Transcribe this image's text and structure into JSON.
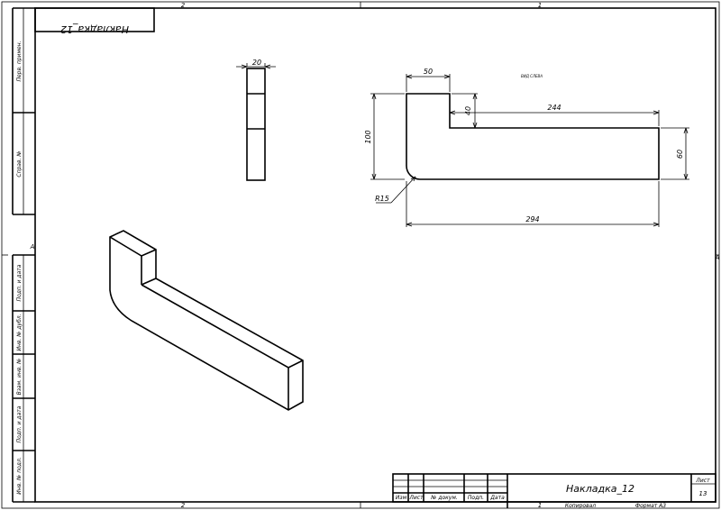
{
  "sheet": {
    "zone_top_left": "2",
    "zone_top_right": "1",
    "zone_bottom_left": "2",
    "zone_bottom_right": "1",
    "zone_side_left": "A",
    "zone_side_right": "A",
    "stamp_top": "Накладка_12"
  },
  "side_strip": {
    "labels": [
      "Перв. примен.",
      "Справ. №",
      "Подп. и дата",
      "Инв. № дубл.",
      "Взам. инв. №",
      "Подп. и дата",
      "Инв. № подл."
    ]
  },
  "front_view": {
    "dim_width": "20"
  },
  "side_view": {
    "note": "ВИД СЛЕВА",
    "dim_top_width": "50",
    "dim_step": "40",
    "dim_arm_length": "244",
    "dim_height": "100",
    "dim_arm_height": "60",
    "dim_radius": "R15",
    "dim_total_length": "294"
  },
  "title_block": {
    "headers": [
      "Изм",
      "Лист",
      "№ докум.",
      "Подп.",
      "Дата"
    ],
    "part_name": "Накладка_12",
    "sheet_label": "Лист",
    "sheet_number": "13",
    "copied_label": "Копировал",
    "format_label": "Формат А3"
  }
}
